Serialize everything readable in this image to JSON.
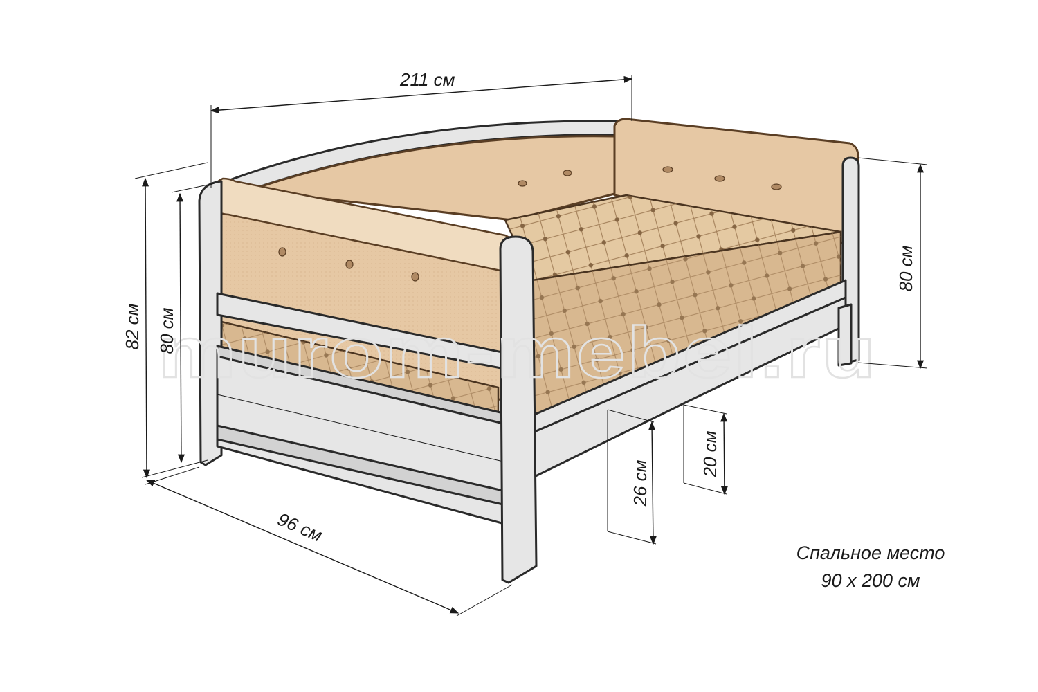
{
  "watermark": "murom-mebel.ru",
  "dimensions": {
    "length": "211 см",
    "depth": "96 см",
    "total_height": "82 см",
    "side_height": "80 см",
    "back_height": "80 см",
    "leg_height": "26 см",
    "drawer_height": "20 см"
  },
  "note": {
    "line1": "Спальное место",
    "line2": "90 x 200 см"
  },
  "colors": {
    "upholstery": "#e6c8a4",
    "frame": "#e6e6e6",
    "outline": "#2a2a2a"
  }
}
